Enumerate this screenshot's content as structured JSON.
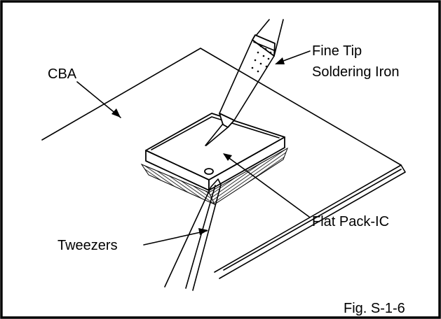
{
  "labels": {
    "cba": "CBA",
    "iron_line1": "Fine Tip",
    "iron_line2": "Soldering Iron",
    "ic": "Flat Pack-IC",
    "tweezers": "Tweezers",
    "figure_number": "Fig. S-1-6"
  },
  "colors": {
    "ink": "#000000",
    "paper": "#ffffff"
  },
  "icons": {
    "soldering_iron": "fine-tip-soldering-iron",
    "ic_chip": "flat-pack-ic",
    "tweezers": "tweezers"
  }
}
